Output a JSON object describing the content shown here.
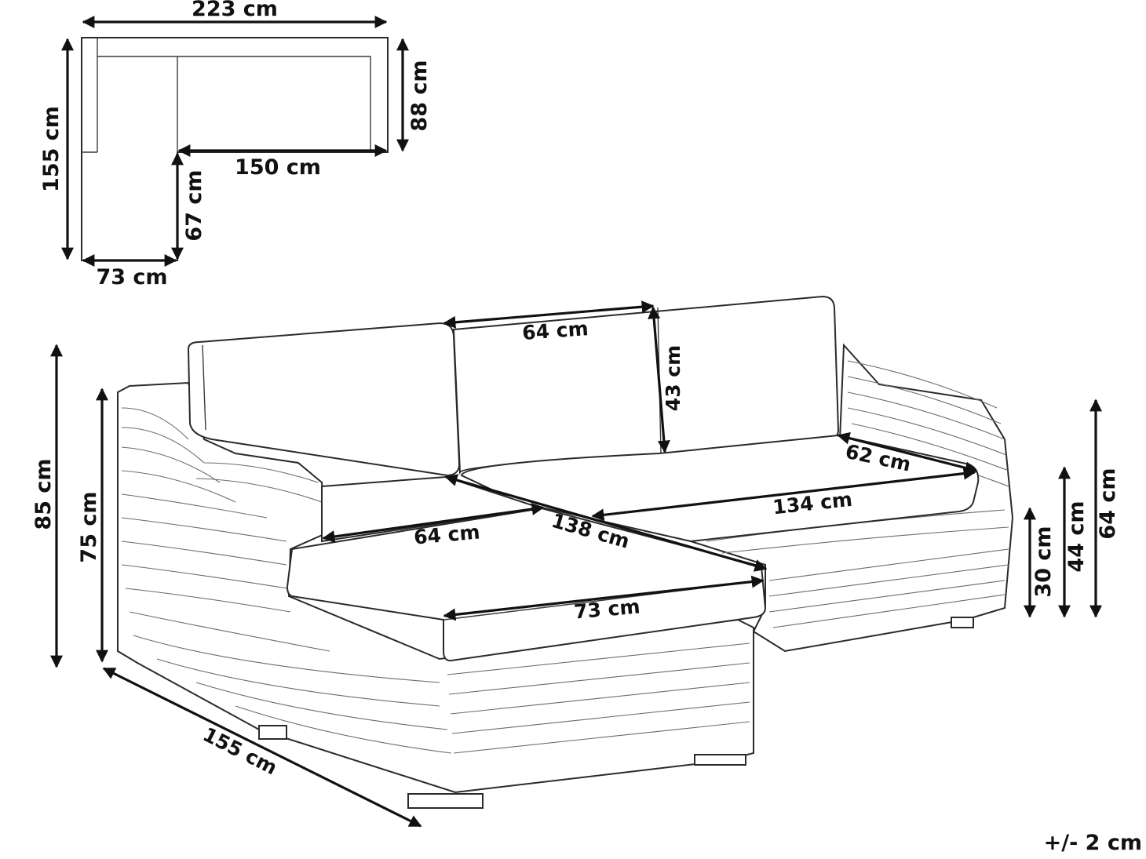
{
  "plan_view": {
    "width_total": "223 cm",
    "depth_total": "155 cm",
    "back_depth": "88 cm",
    "seat_width": "150 cm",
    "chaise_extension": "67 cm",
    "chaise_width": "73 cm"
  },
  "sofa_view": {
    "backrest_width": "64 cm",
    "backrest_height": "43 cm",
    "seat_depth_right": "62 cm",
    "seat_width_right": "134 cm",
    "diagonal": "138 cm",
    "seat_width_left": "64 cm",
    "chaise_width": "73 cm",
    "chaise_length": "155 cm",
    "height_total": "85 cm",
    "height_arm": "75 cm",
    "height_right_64": "64 cm",
    "height_seat_44": "44 cm",
    "height_base_30": "30 cm"
  },
  "tolerance": "+/- 2 cm",
  "colors": {
    "line": "#111111",
    "background": "#ffffff"
  }
}
